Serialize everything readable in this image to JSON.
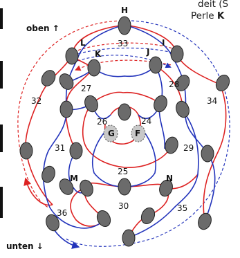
{
  "caption": {
    "line1": "deit (S",
    "line2_prefix": "Perle ",
    "line2_bold": "K"
  },
  "directions": {
    "up": "oben ↑",
    "down": "unten ↓"
  },
  "bead_letters": {
    "H": "H",
    "L": "L",
    "K": "K",
    "J": "J",
    "I": "I",
    "G": "G",
    "F": "F",
    "M": "M",
    "N": "N"
  },
  "region_numbers": {
    "r33": "33",
    "r27": "27",
    "r28": "28",
    "r32": "32",
    "r34": "34",
    "r26": "26",
    "r24": "24",
    "r31": "31",
    "r29": "29",
    "r25": "25",
    "r30": "30",
    "r36": "36",
    "r35": "35"
  },
  "colors": {
    "red": "#dd2222",
    "blue": "#2233bb",
    "bead": "#6b6b6b",
    "bead_light": "#c8c8c8"
  }
}
